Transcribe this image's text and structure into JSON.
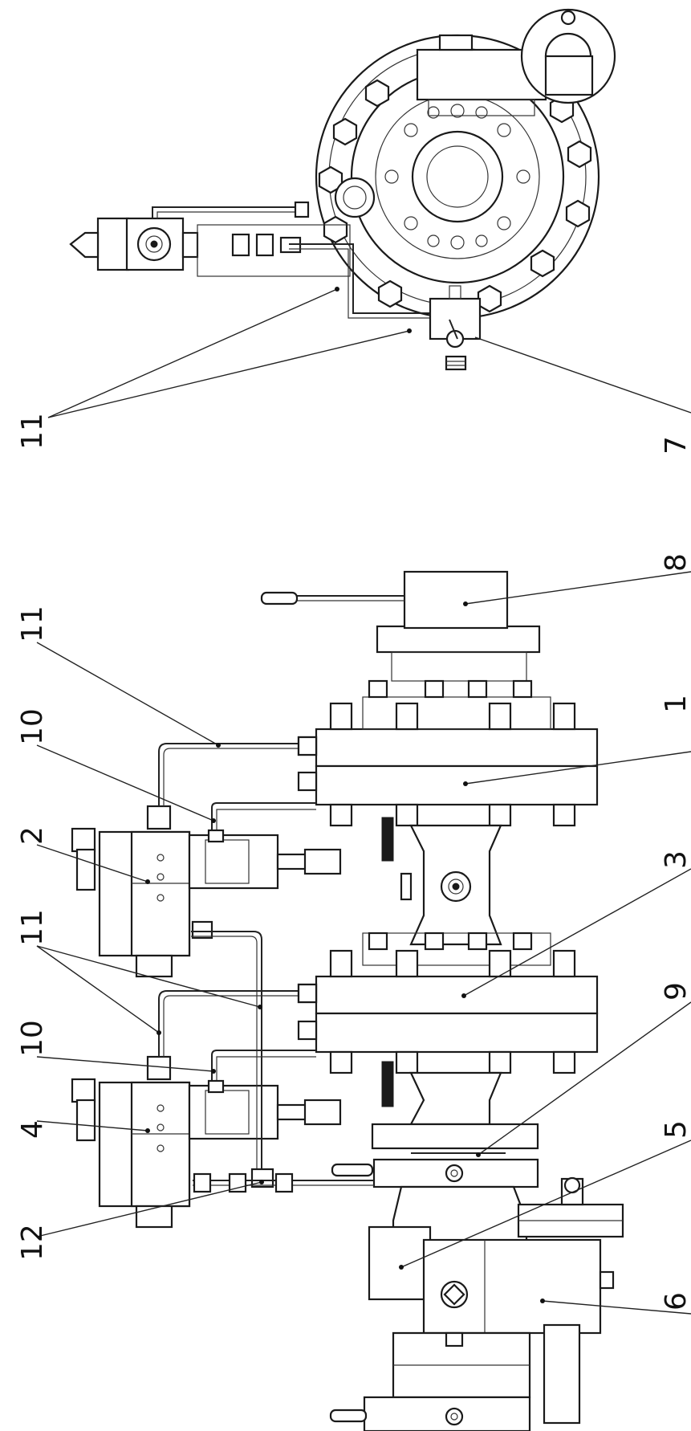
{
  "labels": {
    "top_11": "11",
    "top_7": "7",
    "side_8": "8",
    "side_11a": "11",
    "side_10a": "10",
    "side_1": "1",
    "side_2": "2",
    "side_3": "3",
    "side_11b": "11",
    "side_10b": "10",
    "side_9": "9",
    "side_4": "4",
    "side_5": "5",
    "side_12": "12",
    "side_6": "6"
  }
}
